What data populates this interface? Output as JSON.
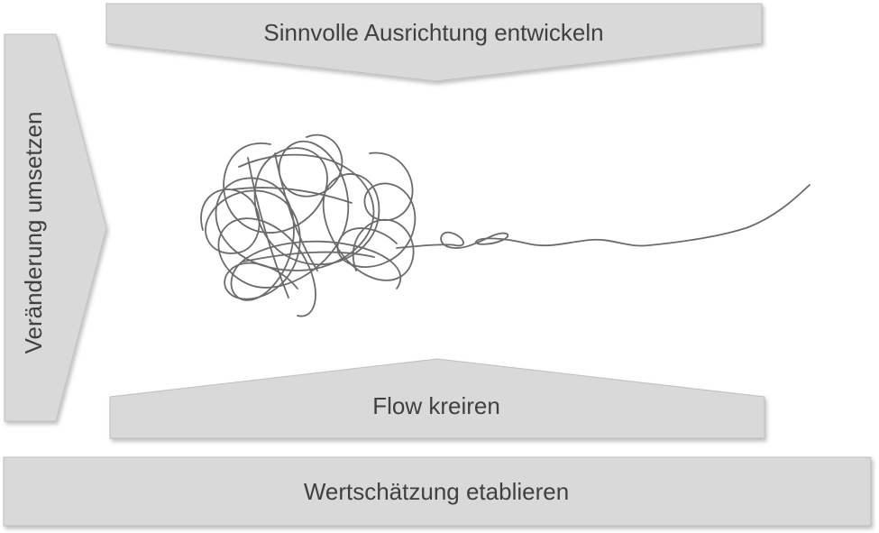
{
  "diagram": {
    "top_arrow_label": "Sinnvolle Ausrichtung entwickeln",
    "left_arrow_label": "Veränderung umsetzen",
    "bottom_arrow_label": "Flow kreiren",
    "base_bar_label": "Wertschätzung etablieren"
  }
}
